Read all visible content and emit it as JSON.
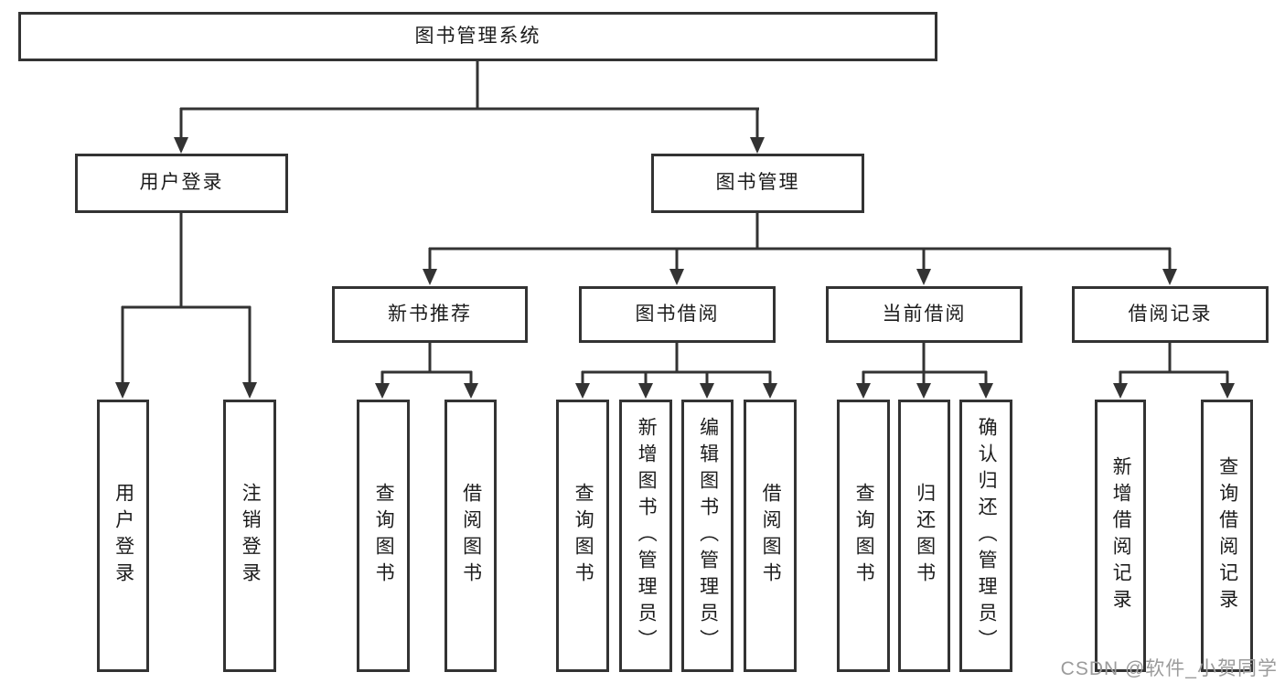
{
  "colors": {
    "line": "#333333",
    "text": "#1c1c1c",
    "background": "#ffffff",
    "watermark": "#9b9b9b"
  },
  "tree": {
    "label": "图书管理系统",
    "children": [
      {
        "label": "用户登录",
        "children": [
          {
            "label": "用户登录"
          },
          {
            "label": "注销登录"
          }
        ]
      },
      {
        "label": "图书管理",
        "children": [
          {
            "label": "新书推荐",
            "children": [
              {
                "label": "查询图书"
              },
              {
                "label": "借阅图书"
              }
            ]
          },
          {
            "label": "图书借阅",
            "children": [
              {
                "label": "查询图书"
              },
              {
                "label": "新增图书（管理员）"
              },
              {
                "label": "编辑图书（管理员）"
              },
              {
                "label": "借阅图书"
              }
            ]
          },
          {
            "label": "当前借阅",
            "children": [
              {
                "label": "查询图书"
              },
              {
                "label": "归还图书"
              },
              {
                "label": "确认归还（管理员）"
              }
            ]
          },
          {
            "label": "借阅记录",
            "children": [
              {
                "label": "新增借阅记录"
              },
              {
                "label": "查询借阅记录"
              }
            ]
          }
        ]
      }
    ]
  },
  "watermark": {
    "text": "CSDN @软件_小贺同学"
  }
}
